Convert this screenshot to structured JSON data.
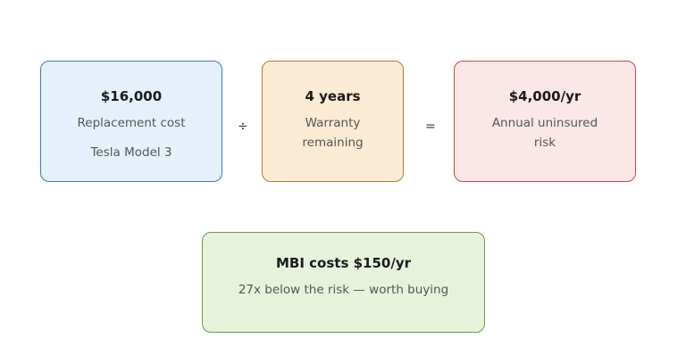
{
  "colors": {
    "cost_fill": "#e5f0fb",
    "cost_border": "#3c78c8",
    "warranty_fill": "#fbebd4",
    "warranty_border": "#b07a3c",
    "risk_fill": "#fbe7e7",
    "risk_border": "#c84646",
    "mbi_fill": "#e7f2db",
    "mbi_border": "#6a9a4a"
  },
  "cost": {
    "value": "$16,000",
    "label": "Replacement cost",
    "sublabel": "Tesla Model 3"
  },
  "divide_symbol": "÷",
  "warranty": {
    "value": "4 years",
    "label_line1": "Warranty",
    "label_line2": "remaining"
  },
  "equals_symbol": "=",
  "risk": {
    "value": "$4,000/yr",
    "label_line1": "Annual uninsured",
    "label_line2": "risk"
  },
  "mbi": {
    "title": "MBI costs $150/yr",
    "subtitle": "27x below the risk — worth buying"
  }
}
